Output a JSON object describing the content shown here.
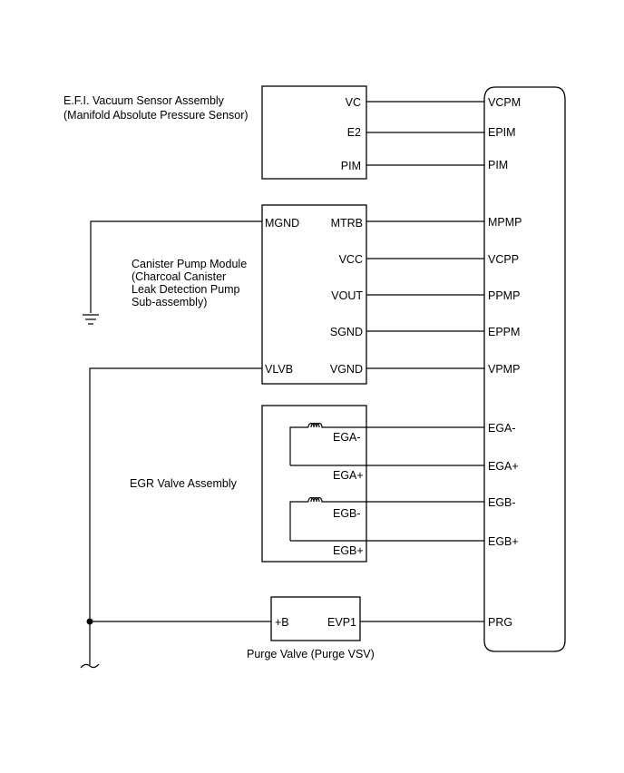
{
  "vacuum_sensor": {
    "label_1": "E.F.I. Vacuum Sensor Assembly",
    "label_2": "(Manifold Absolute Pressure Sensor)",
    "pins": [
      "VC",
      "E2",
      "PIM"
    ]
  },
  "canister_pump": {
    "label_1": "Canister Pump Module",
    "label_2": "(Charcoal Canister",
    "label_3": "Leak Detection Pump",
    "label_4": "Sub-assembly)",
    "left_pins": [
      "MGND",
      "VLVB"
    ],
    "right_pins": [
      "MTRB",
      "VCC",
      "VOUT",
      "SGND",
      "VGND"
    ]
  },
  "egr_valve": {
    "label": "EGR Valve Assembly",
    "pins": [
      "EGA-",
      "EGA+",
      "EGB-",
      "EGB+"
    ]
  },
  "purge_valve": {
    "label": "Purge Valve (Purge VSV)",
    "pins": [
      "+B",
      "EVP1"
    ]
  },
  "ecm_terminals": [
    "VCPM",
    "EPIM",
    "PIM",
    "MPMP",
    "VCPP",
    "PPMP",
    "EPPM",
    "VPMP",
    "EGA-",
    "EGA+",
    "EGB-",
    "EGB+",
    "PRG"
  ]
}
